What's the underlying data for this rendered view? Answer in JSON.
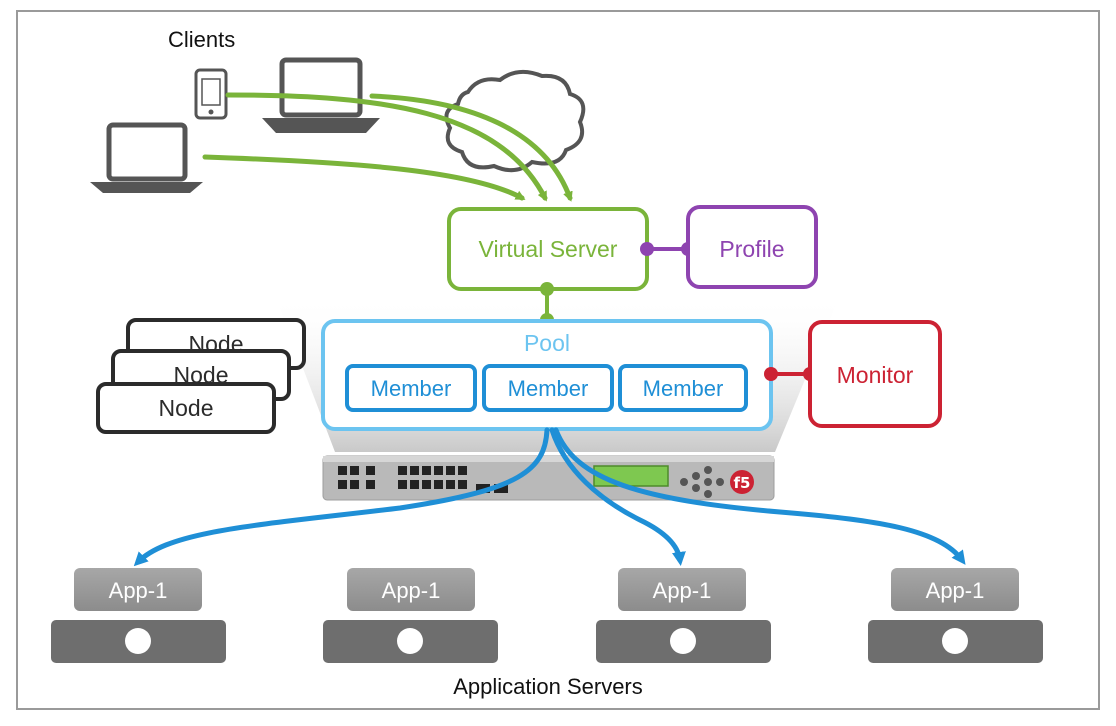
{
  "clients": {
    "label": "Clients"
  },
  "virtual_server": {
    "label": "Virtual Server"
  },
  "profile": {
    "label": "Profile"
  },
  "pool": {
    "label": "Pool",
    "members": [
      "Member",
      "Member",
      "Member"
    ]
  },
  "monitor": {
    "label": "Monitor"
  },
  "nodes": [
    "Node",
    "Node",
    "Node"
  ],
  "app_servers": {
    "label": "Application Servers",
    "items": [
      "App-1",
      "App-1",
      "App-1",
      "App-1"
    ]
  },
  "colors": {
    "green": "#7ab43a",
    "purple": "#8e44b0",
    "blue": "#1f8fd6",
    "light_blue": "#6cc4f0",
    "red": "#cc2233",
    "dark": "#2b2b2b",
    "gray": "#6e6e6e"
  },
  "icons": [
    "smartphone-icon",
    "laptop-icon",
    "cloud-icon",
    "f5-logo-icon",
    "server-icon"
  ]
}
